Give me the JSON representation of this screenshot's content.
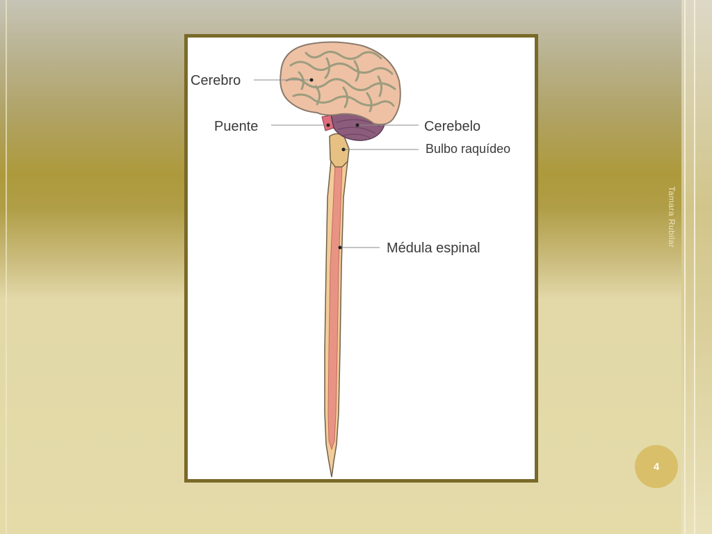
{
  "slide": {
    "author": "Tamara Rubilar",
    "page_number": "4"
  },
  "diagram": {
    "labels": {
      "cerebro": "Cerebro",
      "puente": "Puente",
      "cerebelo": "Cerebelo",
      "bulbo": "Bulbo raquídeo",
      "medula": "Médula espinal"
    }
  },
  "colors": {
    "frame_border": "#7a6a2a",
    "brain": "#eec1a5",
    "brain_folds": "#9d9c7e",
    "cerebellum": "#8c5c7c",
    "spinal_cord_outer": "#f2cc98",
    "spinal_cord_inner": "#e89484",
    "page_badge": "#d9bf69"
  }
}
